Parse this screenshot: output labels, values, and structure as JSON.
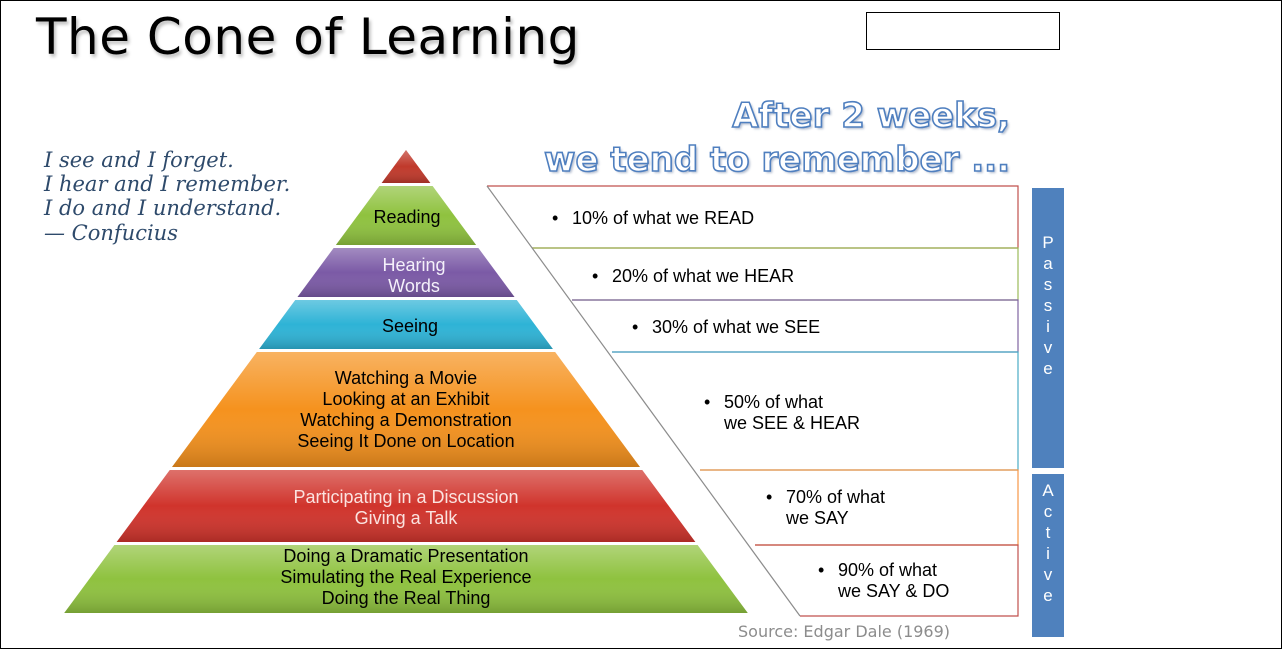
{
  "title": "The Cone of Learning",
  "heading": {
    "line1": "After 2 weeks,",
    "line2": "we tend to remember ..."
  },
  "quote": [
    "I see and I forget.",
    "I hear and I remember.",
    "I do and I understand.",
    "— Confucius"
  ],
  "tiers": [
    {
      "name": "top",
      "lines": [],
      "color": "#c0392b"
    },
    {
      "name": "reading",
      "lines": [
        "Reading"
      ],
      "color": "#8fc23f"
    },
    {
      "name": "hearing",
      "lines": [
        "Hearing",
        "Words"
      ],
      "color": "#7b5aa6"
    },
    {
      "name": "seeing",
      "lines": [
        "Seeing"
      ],
      "color": "#2eb3d6"
    },
    {
      "name": "watching",
      "lines": [
        "Watching a Movie",
        "Looking at an Exhibit",
        "Watching a Demonstration",
        "Seeing It Done on Location"
      ],
      "color": "#f5921e"
    },
    {
      "name": "participating",
      "lines": [
        "Participating in a Discussion",
        "Giving a Talk"
      ],
      "color": "#d0342c"
    },
    {
      "name": "doing",
      "lines": [
        "Doing a Dramatic Presentation",
        "Simulating the Real Experience",
        "Doing the Real Thing"
      ],
      "color": "#8fc23f"
    }
  ],
  "percentages": [
    {
      "line1": "10% of what we READ",
      "line2": ""
    },
    {
      "line1": "20% of what we HEAR",
      "line2": ""
    },
    {
      "line1": "30% of what we SEE",
      "line2": ""
    },
    {
      "line1": "50% of what",
      "line2": "we SEE & HEAR"
    },
    {
      "line1": "70% of what",
      "line2": "we SAY"
    },
    {
      "line1": "90% of what",
      "line2": "we SAY & DO"
    }
  ],
  "passive_label": "Passive",
  "active_label": "Active",
  "source": "Source: Edgar Dale (1969)",
  "colors": {
    "bar": "#4f81bd",
    "heading_outline": "#4f7fbf",
    "quote": "#2e4a6b"
  }
}
